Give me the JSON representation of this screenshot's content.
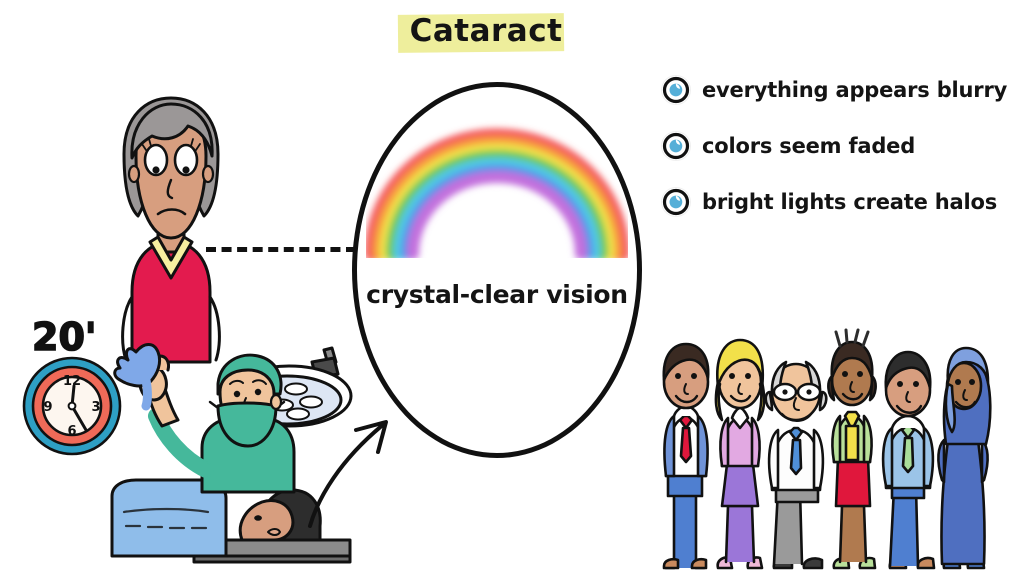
{
  "title": {
    "text": "Cataract",
    "highlight_color": "#eeee9c",
    "text_color": "#141414"
  },
  "bullets": {
    "icon_name": "eye-icon",
    "icon_iris_color": "#55afd8",
    "items": [
      {
        "label": "everything appears blurry"
      },
      {
        "label": "colors seem faded"
      },
      {
        "label": "bright lights create halos"
      }
    ]
  },
  "oval": {
    "caption": "crystal-clear vision",
    "outline_color": "#111111",
    "rainbow_colors": [
      "#f4595c",
      "#f79a3e",
      "#f2e24a",
      "#67c95a",
      "#4ec8e8",
      "#5c8ee8",
      "#c26fdd"
    ]
  },
  "connector": {
    "style": "dashed",
    "color": "#111111"
  },
  "woman": {
    "name": "worried-woman",
    "hair_color": "#9b9797",
    "skin_color": "#d79e7f",
    "sweater_color": "#e31b4e",
    "collar_color": "#f6efa0"
  },
  "clock": {
    "duration_label": "20'",
    "numerals": [
      "12",
      "3",
      "6",
      "9"
    ],
    "outer_ring_color": "#2e9fc4",
    "inner_ring_color": "#ef6a58",
    "face_color": "#fdf6ef"
  },
  "surgery": {
    "name": "cataract-surgery-scene",
    "surgeon_scrubs_color": "#45b89b",
    "glove_color": "#7fa8e8",
    "drape_color": "#8fbdea",
    "table_color": "#8b8b8b",
    "lamp_color": "#dde6f4",
    "patient_skin_color": "#d79e7f",
    "patient_hair_color": "#2d2d2d"
  },
  "crowd": {
    "name": "happy-people-group",
    "people": [
      {
        "id": "man-red-tie",
        "top_color": "#6f93d8",
        "bottom_color": "#4f7fd0",
        "accent_color": "#e0173c",
        "skin_color": "#d79e7f",
        "hair_color": "#3a2a22"
      },
      {
        "id": "woman-pink-blouse",
        "top_color": "#e2a9e2",
        "bottom_color": "#9b76d8",
        "accent_color": "#f6efa0",
        "skin_color": "#f0c49c",
        "hair_color": "#f2e04a"
      },
      {
        "id": "man-glasses-blue-tie",
        "top_color": "#fdfdfd",
        "bottom_color": "#9a9a9a",
        "accent_color": "#4f8fd8",
        "skin_color": "#f0c49c",
        "hair_color": "#d6d6d6"
      },
      {
        "id": "woman-green-top",
        "top_color": "#b9e09a",
        "bottom_color": "#e0173c",
        "accent_color": "#f2e04a",
        "skin_color": "#b07a4f",
        "hair_color": "#3a2a22"
      },
      {
        "id": "man-green-tie",
        "top_color": "#9bc4e8",
        "bottom_color": "#4f7fd0",
        "accent_color": "#a9dd9a",
        "skin_color": "#d79e7f",
        "hair_color": "#2d2d2d"
      },
      {
        "id": "woman-blue-hijab",
        "top_color": "#4f6fc0",
        "bottom_color": "#4f6fc0",
        "accent_color": "#7fa0de",
        "skin_color": "#b07a4f",
        "hair_color": "#4f6fc0"
      }
    ]
  },
  "arrow": {
    "name": "curved-arrow",
    "color": "#111111",
    "direction": "up-right"
  },
  "background_color": "#ffffff"
}
